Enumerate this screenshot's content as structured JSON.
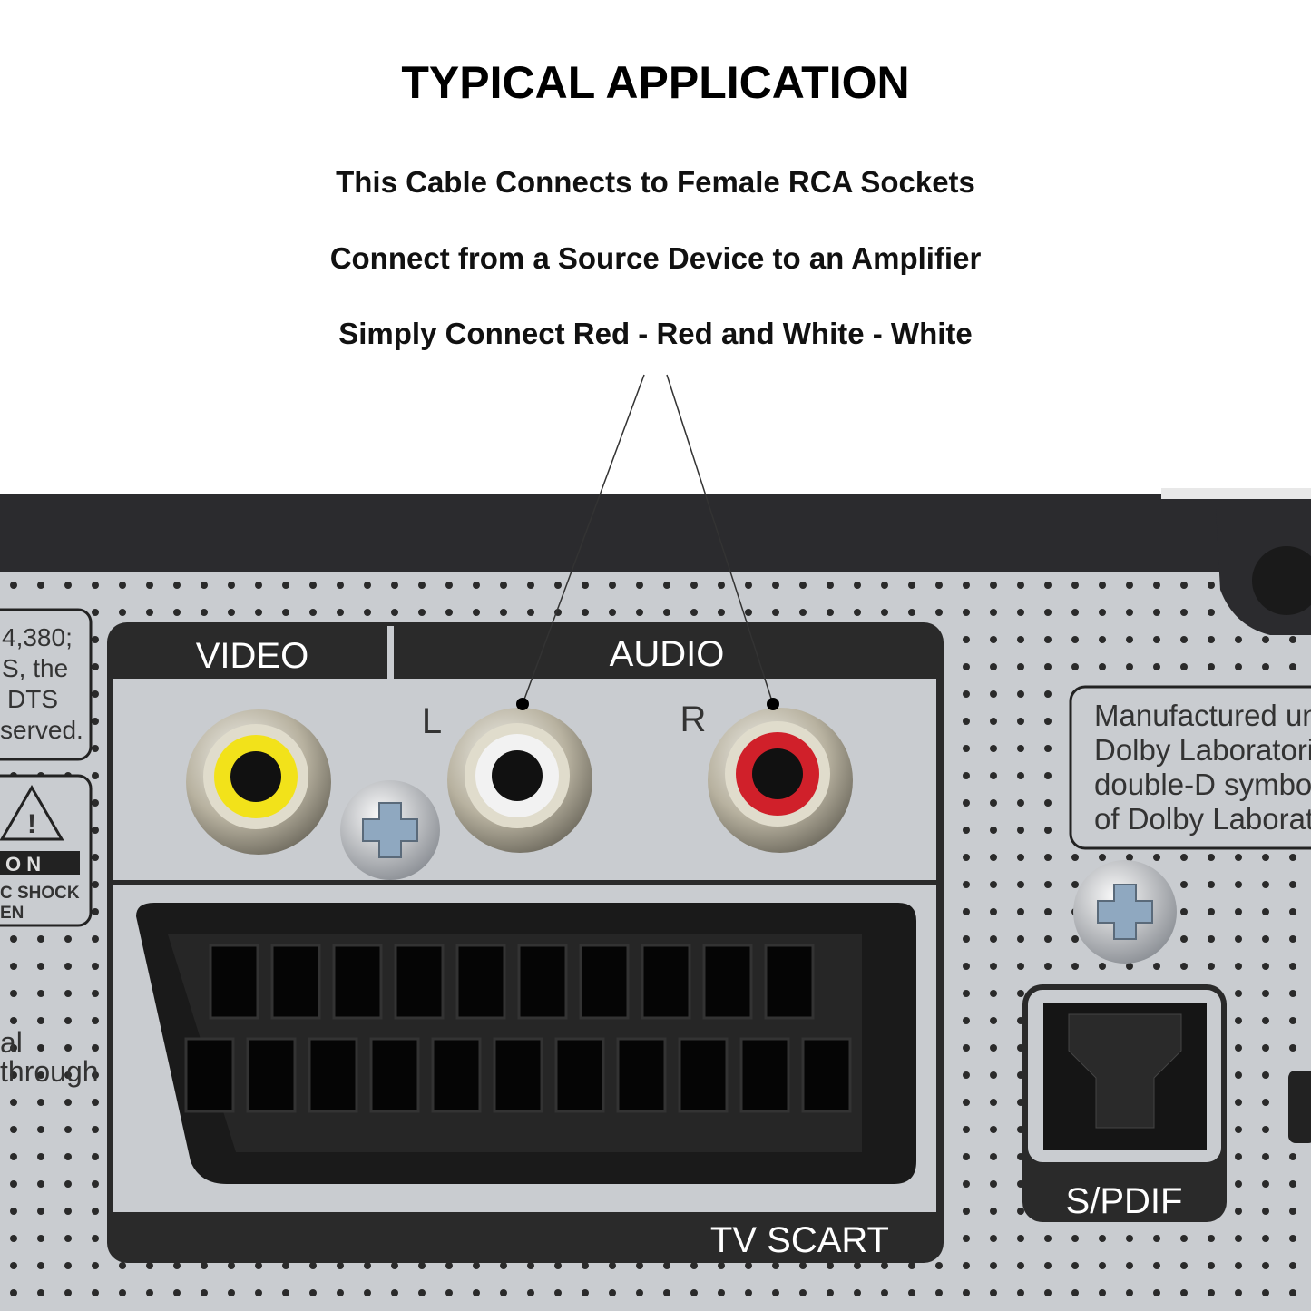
{
  "title": "TYPICAL APPLICATION",
  "lines": [
    "This Cable Connects to Female RCA Sockets",
    "Connect from a Source Device to an Amplifier",
    "Simply Connect Red - Red and White - White"
  ],
  "panel": {
    "video_label": "VIDEO",
    "audio_label": "AUDIO",
    "left_label": "L",
    "right_label": "R",
    "scart_label": "TV SCART",
    "spdif_label": "S/PDIF",
    "dts_text": [
      "4,380;",
      "S, the",
      "DTS",
      "served."
    ],
    "caution_text": [
      "O N",
      "C SHOCK",
      "EN"
    ],
    "left_bottom_text": [
      "al",
      "through"
    ],
    "dolby_text": [
      "Manufactured un",
      "Dolby Laboratorie",
      "double-D symbol",
      "of Dolby Laborato"
    ]
  },
  "colors": {
    "video_jack": "#f2e21a",
    "left_jack": "#f2f2f2",
    "right_jack": "#d0202a",
    "panel": "#c9ccd0",
    "bezel": "#2b2b2e"
  }
}
